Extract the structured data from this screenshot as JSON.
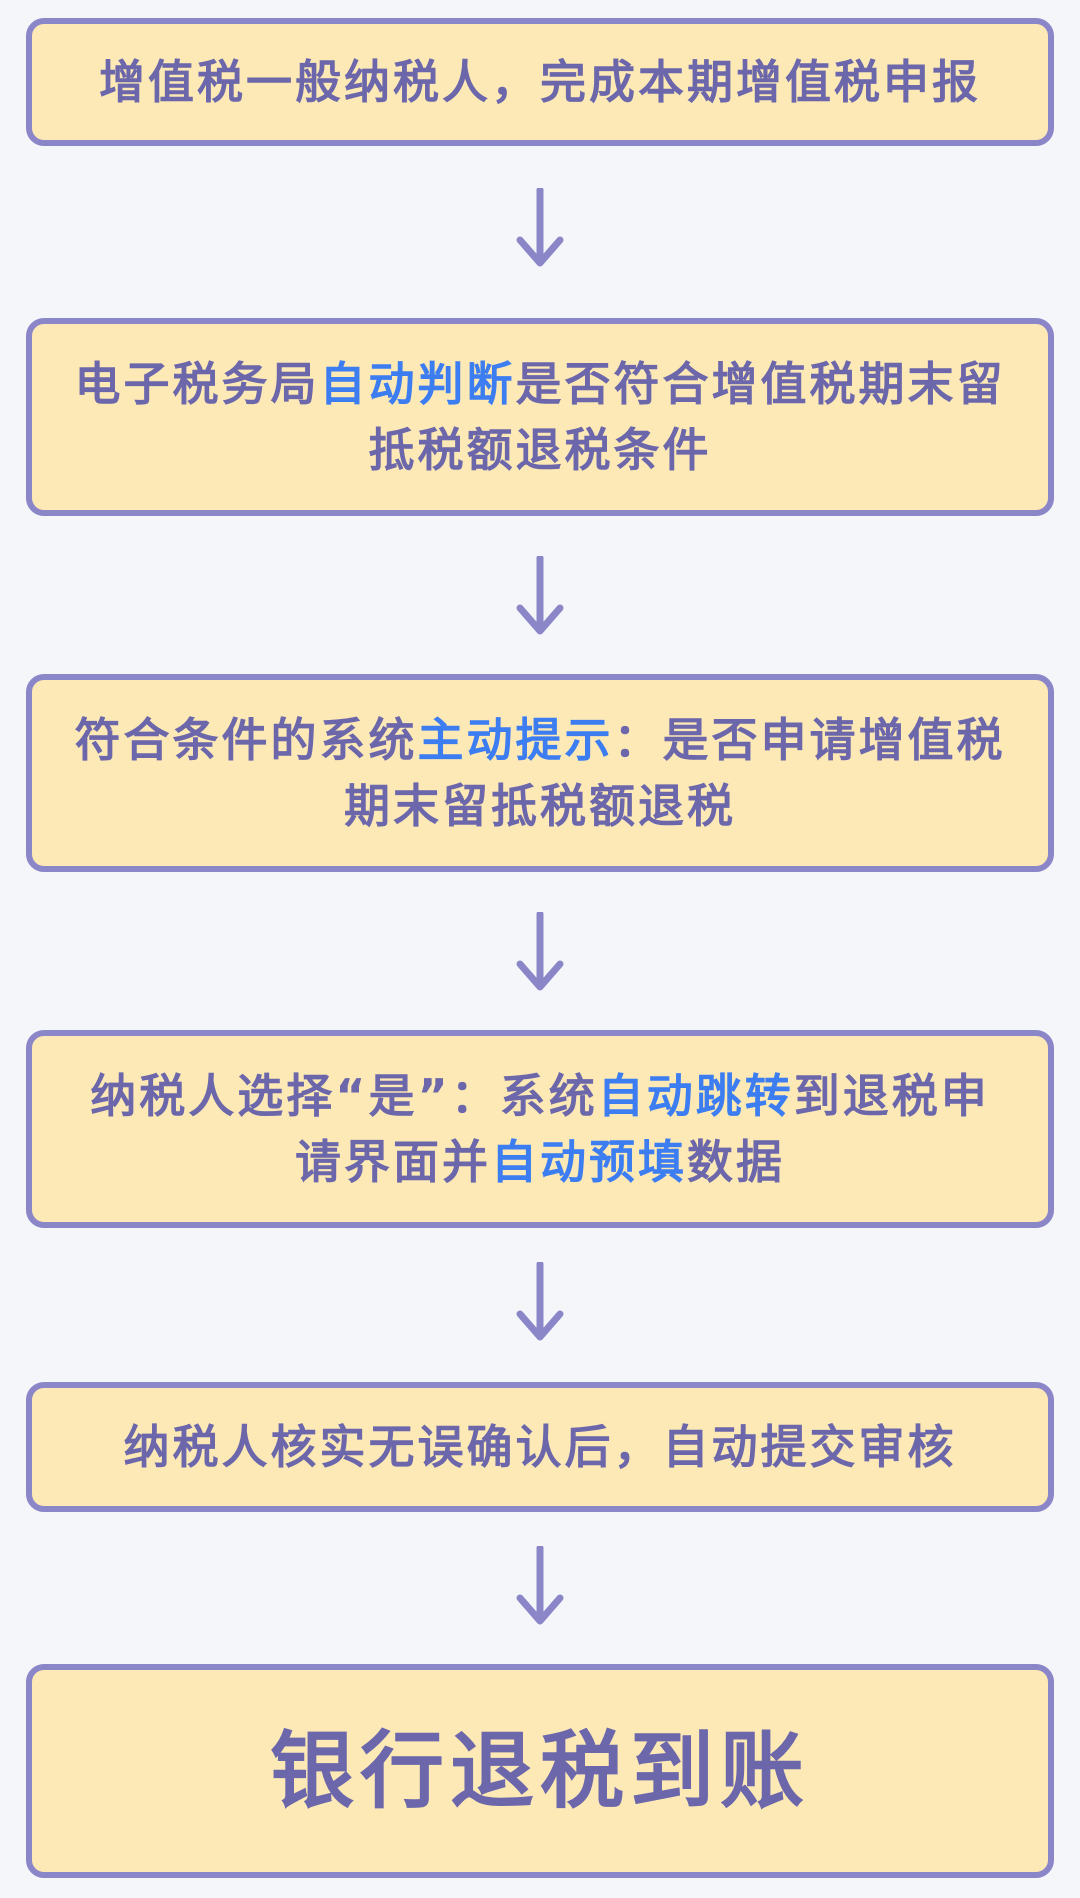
{
  "steps": [
    {
      "parts": [
        {
          "text": "增值税一般纳税人，完成本期增值税申报",
          "highlight": false
        }
      ]
    },
    {
      "parts": [
        {
          "text": "电子税务局",
          "highlight": false
        },
        {
          "text": "自动判断",
          "highlight": true
        },
        {
          "text": "是否符合增值税期末留抵税额退税条件",
          "highlight": false
        }
      ]
    },
    {
      "parts": [
        {
          "text": "符合条件的系统",
          "highlight": false
        },
        {
          "text": "主动提示",
          "highlight": true
        },
        {
          "text": "：是否申请增值税期末留抵税额退税",
          "highlight": false
        }
      ]
    },
    {
      "parts": [
        {
          "text": "纳税人选择“是”：系统",
          "highlight": false
        },
        {
          "text": "自动跳转",
          "highlight": true
        },
        {
          "text": "到退税申请界面并",
          "highlight": false
        },
        {
          "text": "自动预填",
          "highlight": true
        },
        {
          "text": "数据",
          "highlight": false
        }
      ]
    },
    {
      "parts": [
        {
          "text": "纳税人核实无误确认后，自动提交审核",
          "highlight": false
        }
      ]
    },
    {
      "parts": [
        {
          "text": "银行退税到账",
          "highlight": false
        }
      ]
    }
  ],
  "colors": {
    "background": "#f5f6fa",
    "box_fill": "#fde9b6",
    "box_border": "#8a86c8",
    "text": "#6b67aa",
    "highlight": "#3d7df2",
    "arrow": "#8a86c8"
  },
  "arrow_icon": "arrow-down-icon"
}
